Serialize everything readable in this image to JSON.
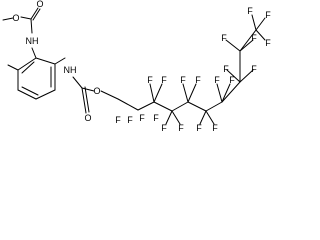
{
  "structure": {
    "bonds_stroke": "#000000",
    "background": "#ffffff",
    "atoms": {
      "methoxy_O": "O",
      "carbonyl1_O": "O",
      "nh1": "NH",
      "nh2": "NH",
      "carbonyl2_O": "O",
      "ester_O": "O",
      "fluorines": [
        "F",
        "F",
        "F",
        "F",
        "F",
        "F",
        "F",
        "F",
        "F",
        "F",
        "F",
        "F",
        "F",
        "F",
        "F",
        "F",
        "F",
        "F",
        "F",
        "F",
        "F"
      ]
    }
  }
}
